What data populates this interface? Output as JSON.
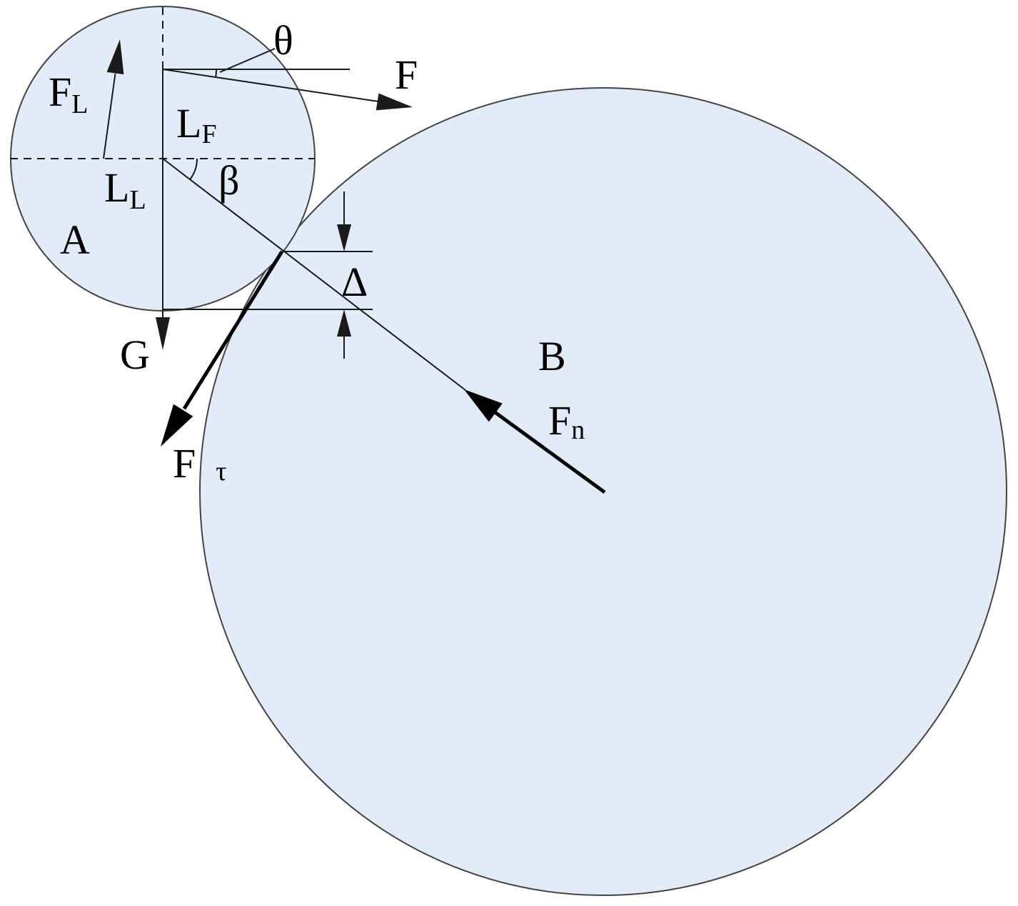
{
  "labels": {
    "force_lift": {
      "main": "F",
      "sub": "L"
    },
    "theta": "θ",
    "force": "F",
    "length_f": {
      "main": "L",
      "sub": "F"
    },
    "length_l": {
      "main": "L",
      "sub": "L"
    },
    "beta": "β",
    "body_a": "A",
    "gravity": "G",
    "delta": "Δ",
    "body_b": "B",
    "force_normal": {
      "main": "F",
      "sub": "n"
    },
    "force_tangent": {
      "main": "F",
      "sub": "τ"
    }
  },
  "colors": {
    "circle_fill": "#e1ecf8",
    "circle_stroke": "#444444",
    "ink": "#1a1a1a"
  }
}
